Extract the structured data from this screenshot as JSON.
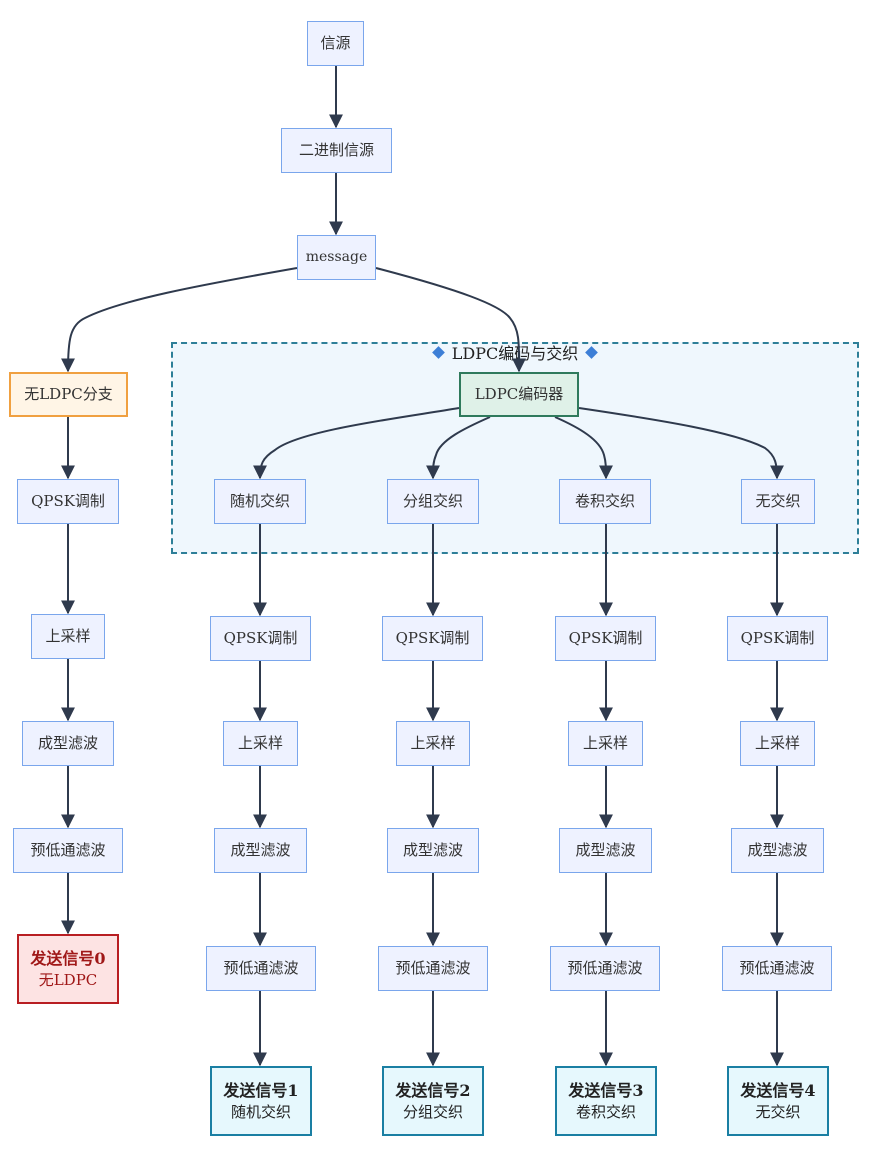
{
  "nodes": {
    "source": "信源",
    "binary_source": "二进制信源",
    "message": "message",
    "no_ldpc_branch": "无LDPC分支",
    "ldpc_cluster_title": "LDPC编码与交织",
    "ldpc_encoder": "LDPC编码器",
    "interleavers": [
      "随机交织",
      "分组交织",
      "卷积交织",
      "无交织"
    ],
    "qpsk": "QPSK调制",
    "upsample": "上采样",
    "shaping_filter": "成型滤波",
    "prelowpass_filter": "预低通滤波",
    "outputs": [
      {
        "title": "发送信号0",
        "subtitle": "无LDPC"
      },
      {
        "title": "发送信号1",
        "subtitle": "随机交织"
      },
      {
        "title": "发送信号2",
        "subtitle": "分组交织"
      },
      {
        "title": "发送信号3",
        "subtitle": "卷积交织"
      },
      {
        "title": "发送信号4",
        "subtitle": "无交织"
      }
    ]
  },
  "colors": {
    "edge": "#2f3a4d",
    "node_fill": "#eef2ff",
    "node_border": "#7aa6ec",
    "branch_border": "#f0a040",
    "encoder_border": "#2f7a5c",
    "output0_border": "#b81e22",
    "output_border": "#1a7fa3",
    "cluster_border": "#2e7f98",
    "diamond": "#3d7fd6"
  }
}
